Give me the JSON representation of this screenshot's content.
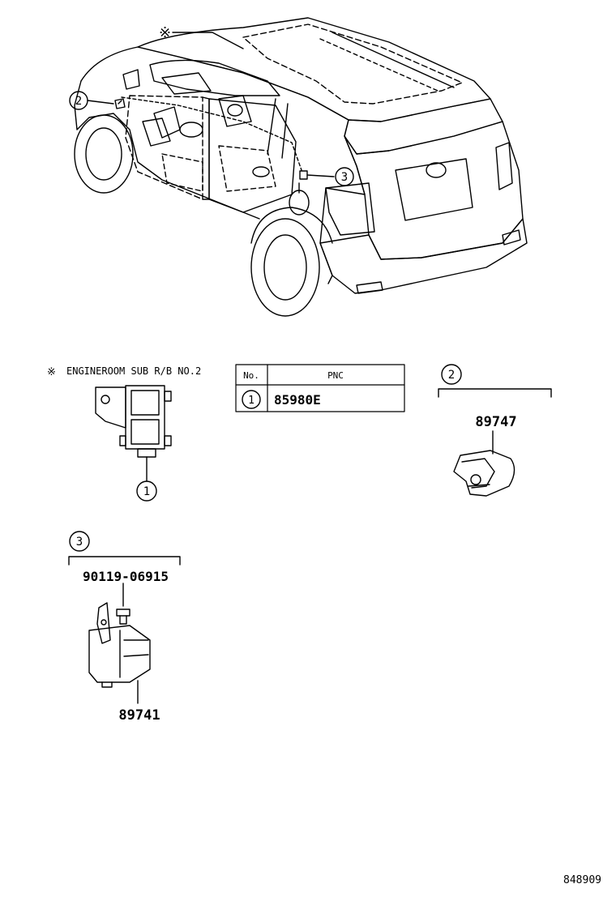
{
  "callouts": {
    "c1": "1",
    "c2": "2",
    "c3": "3"
  },
  "note_symbol": "※",
  "engineroom_label": "ENGINEROOM SUB R/B NO.2",
  "pnc_table": {
    "header_no": "No.",
    "header_pnc": "PNC",
    "rows": [
      {
        "no": "1",
        "pnc": "85980E"
      }
    ]
  },
  "parts": {
    "part_89747": "89747",
    "part_90119": "90119-06915",
    "part_89741": "89741"
  },
  "diagram_id": "848909"
}
